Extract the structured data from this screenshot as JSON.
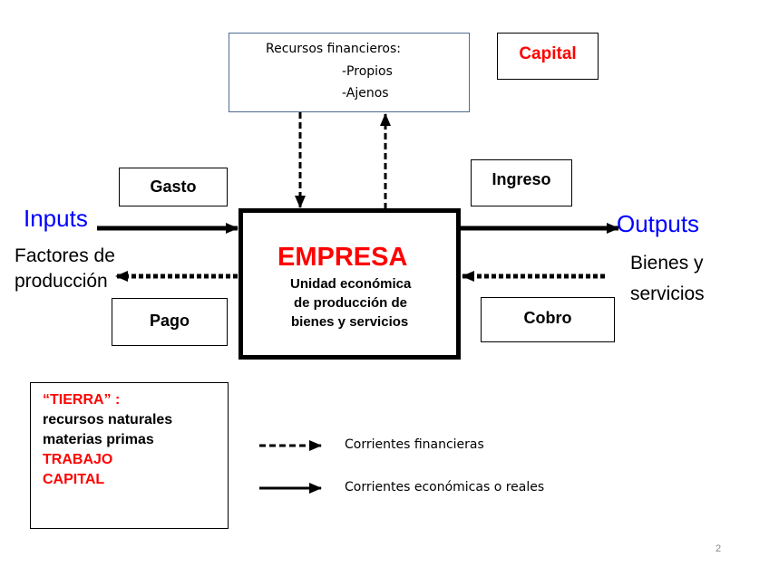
{
  "diagram": {
    "financial_box": {
      "title": "Recursos financieros:",
      "items": [
        "-Propios",
        "-Ajenos"
      ]
    },
    "capital_box": "Capital",
    "gasto": "Gasto",
    "ingreso": "Ingreso",
    "pago": "Pago",
    "cobro": "Cobro",
    "inputs": "Inputs",
    "outputs": "Outputs",
    "factores": [
      "Factores de",
      "producción"
    ],
    "bienes": [
      "Bienes y",
      "servicios"
    ],
    "empresa": {
      "title": "EMPRESA",
      "subtitle": [
        "Unidad económica",
        "de producción de",
        "bienes y servicios"
      ]
    },
    "factors_box": {
      "lines": [
        {
          "text": "“TIERRA” :",
          "color": "#ff0000"
        },
        {
          "text": "recursos naturales",
          "color": "#000000"
        },
        {
          "text": "materias primas",
          "color": "#000000"
        },
        {
          "text": "TRABAJO",
          "color": "#ff0000"
        },
        {
          "text": "CAPITAL",
          "color": "#ff0000"
        }
      ]
    },
    "legend": [
      {
        "style": "dashed",
        "label": "Corrientes financieras"
      },
      {
        "style": "solid",
        "label": "Corrientes económicas o reales"
      }
    ],
    "page_number": "2"
  },
  "colors": {
    "red": "#ff0000",
    "blue": "#0000ff",
    "financial_border": "#4f6b94"
  }
}
